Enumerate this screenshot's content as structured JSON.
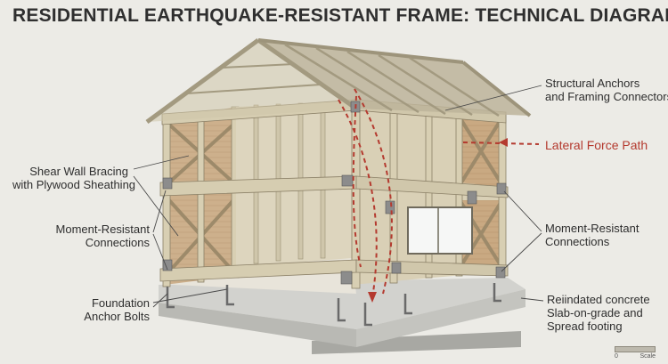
{
  "title": "RESIDENTIAL EARTHQUAKE-RESISTANT FRAME: TECHNICAL DIAGRAM",
  "labels": {
    "anchors_line1": "Structural Anchors",
    "anchors_line2": "and Framing Connectors",
    "lateral": "Lateral Force Path",
    "shear_line1": "Shear Wall Bracing",
    "shear_line2": "with Plywood Sheathing",
    "moment_left_line1": "Moment-Resistant",
    "moment_left_line2": "Connections",
    "moment_right_line1": "Moment-Resistant",
    "moment_right_line2": "Connections",
    "foundation_line1": "Foundation",
    "foundation_line2": "Anchor Bolts",
    "slab_line1": "Reiindated concrete",
    "slab_line2": "Slab-on-grade and",
    "slab_line3": "Spread footing"
  },
  "scale": {
    "start": "0",
    "end": "Scale"
  },
  "colors": {
    "accent_red": "#b43a2f",
    "timber": "#cdc3a6",
    "sheathing": "#c9a982",
    "concrete": "#c8c8c4"
  }
}
